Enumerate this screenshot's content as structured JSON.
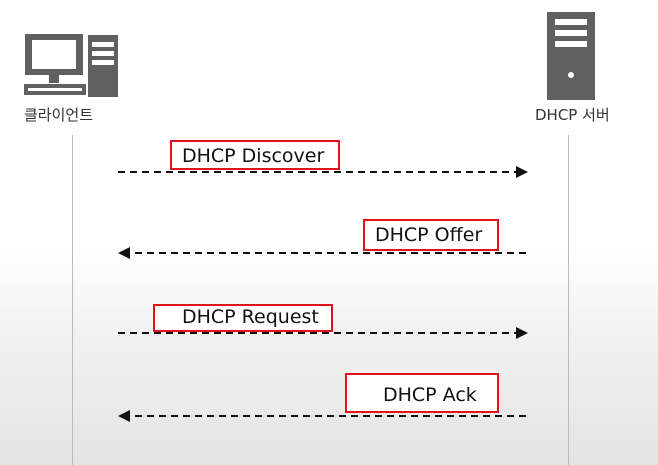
{
  "participants": {
    "client": {
      "label": "클라이언트",
      "icon": "desktop-computer-icon"
    },
    "server": {
      "label": "DHCP 서버",
      "icon": "server-tower-icon"
    }
  },
  "messages": [
    {
      "label": "DHCP Discover",
      "direction": "client-to-server"
    },
    {
      "label": "DHCP Offer",
      "direction": "server-to-client"
    },
    {
      "label": "DHCP Request",
      "direction": "client-to-server"
    },
    {
      "label": "DHCP Ack",
      "direction": "server-to-client"
    }
  ],
  "colors": {
    "highlight_box": "#e0121b",
    "arrow": "#111111",
    "icon": "#606060",
    "lifeline": "#a9bfcf"
  }
}
